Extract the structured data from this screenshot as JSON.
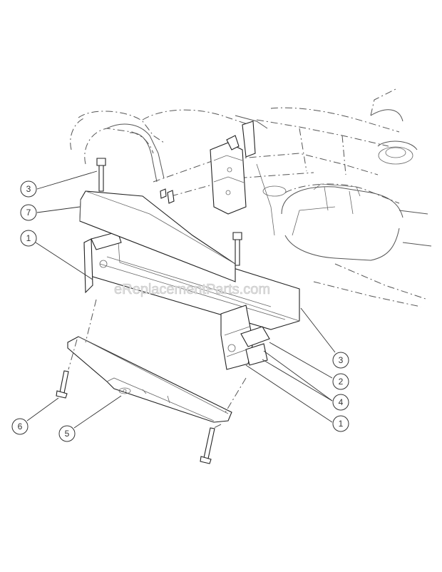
{
  "watermark": "eReplacementParts.com",
  "callouts": [
    {
      "id": "c3a",
      "label": "3"
    },
    {
      "id": "c7",
      "label": "7"
    },
    {
      "id": "c1a",
      "label": "1"
    },
    {
      "id": "c3b",
      "label": "3"
    },
    {
      "id": "c2",
      "label": "2"
    },
    {
      "id": "c4",
      "label": "4"
    },
    {
      "id": "c1b",
      "label": "1"
    },
    {
      "id": "c5",
      "label": "5"
    },
    {
      "id": "c6",
      "label": "6"
    }
  ]
}
